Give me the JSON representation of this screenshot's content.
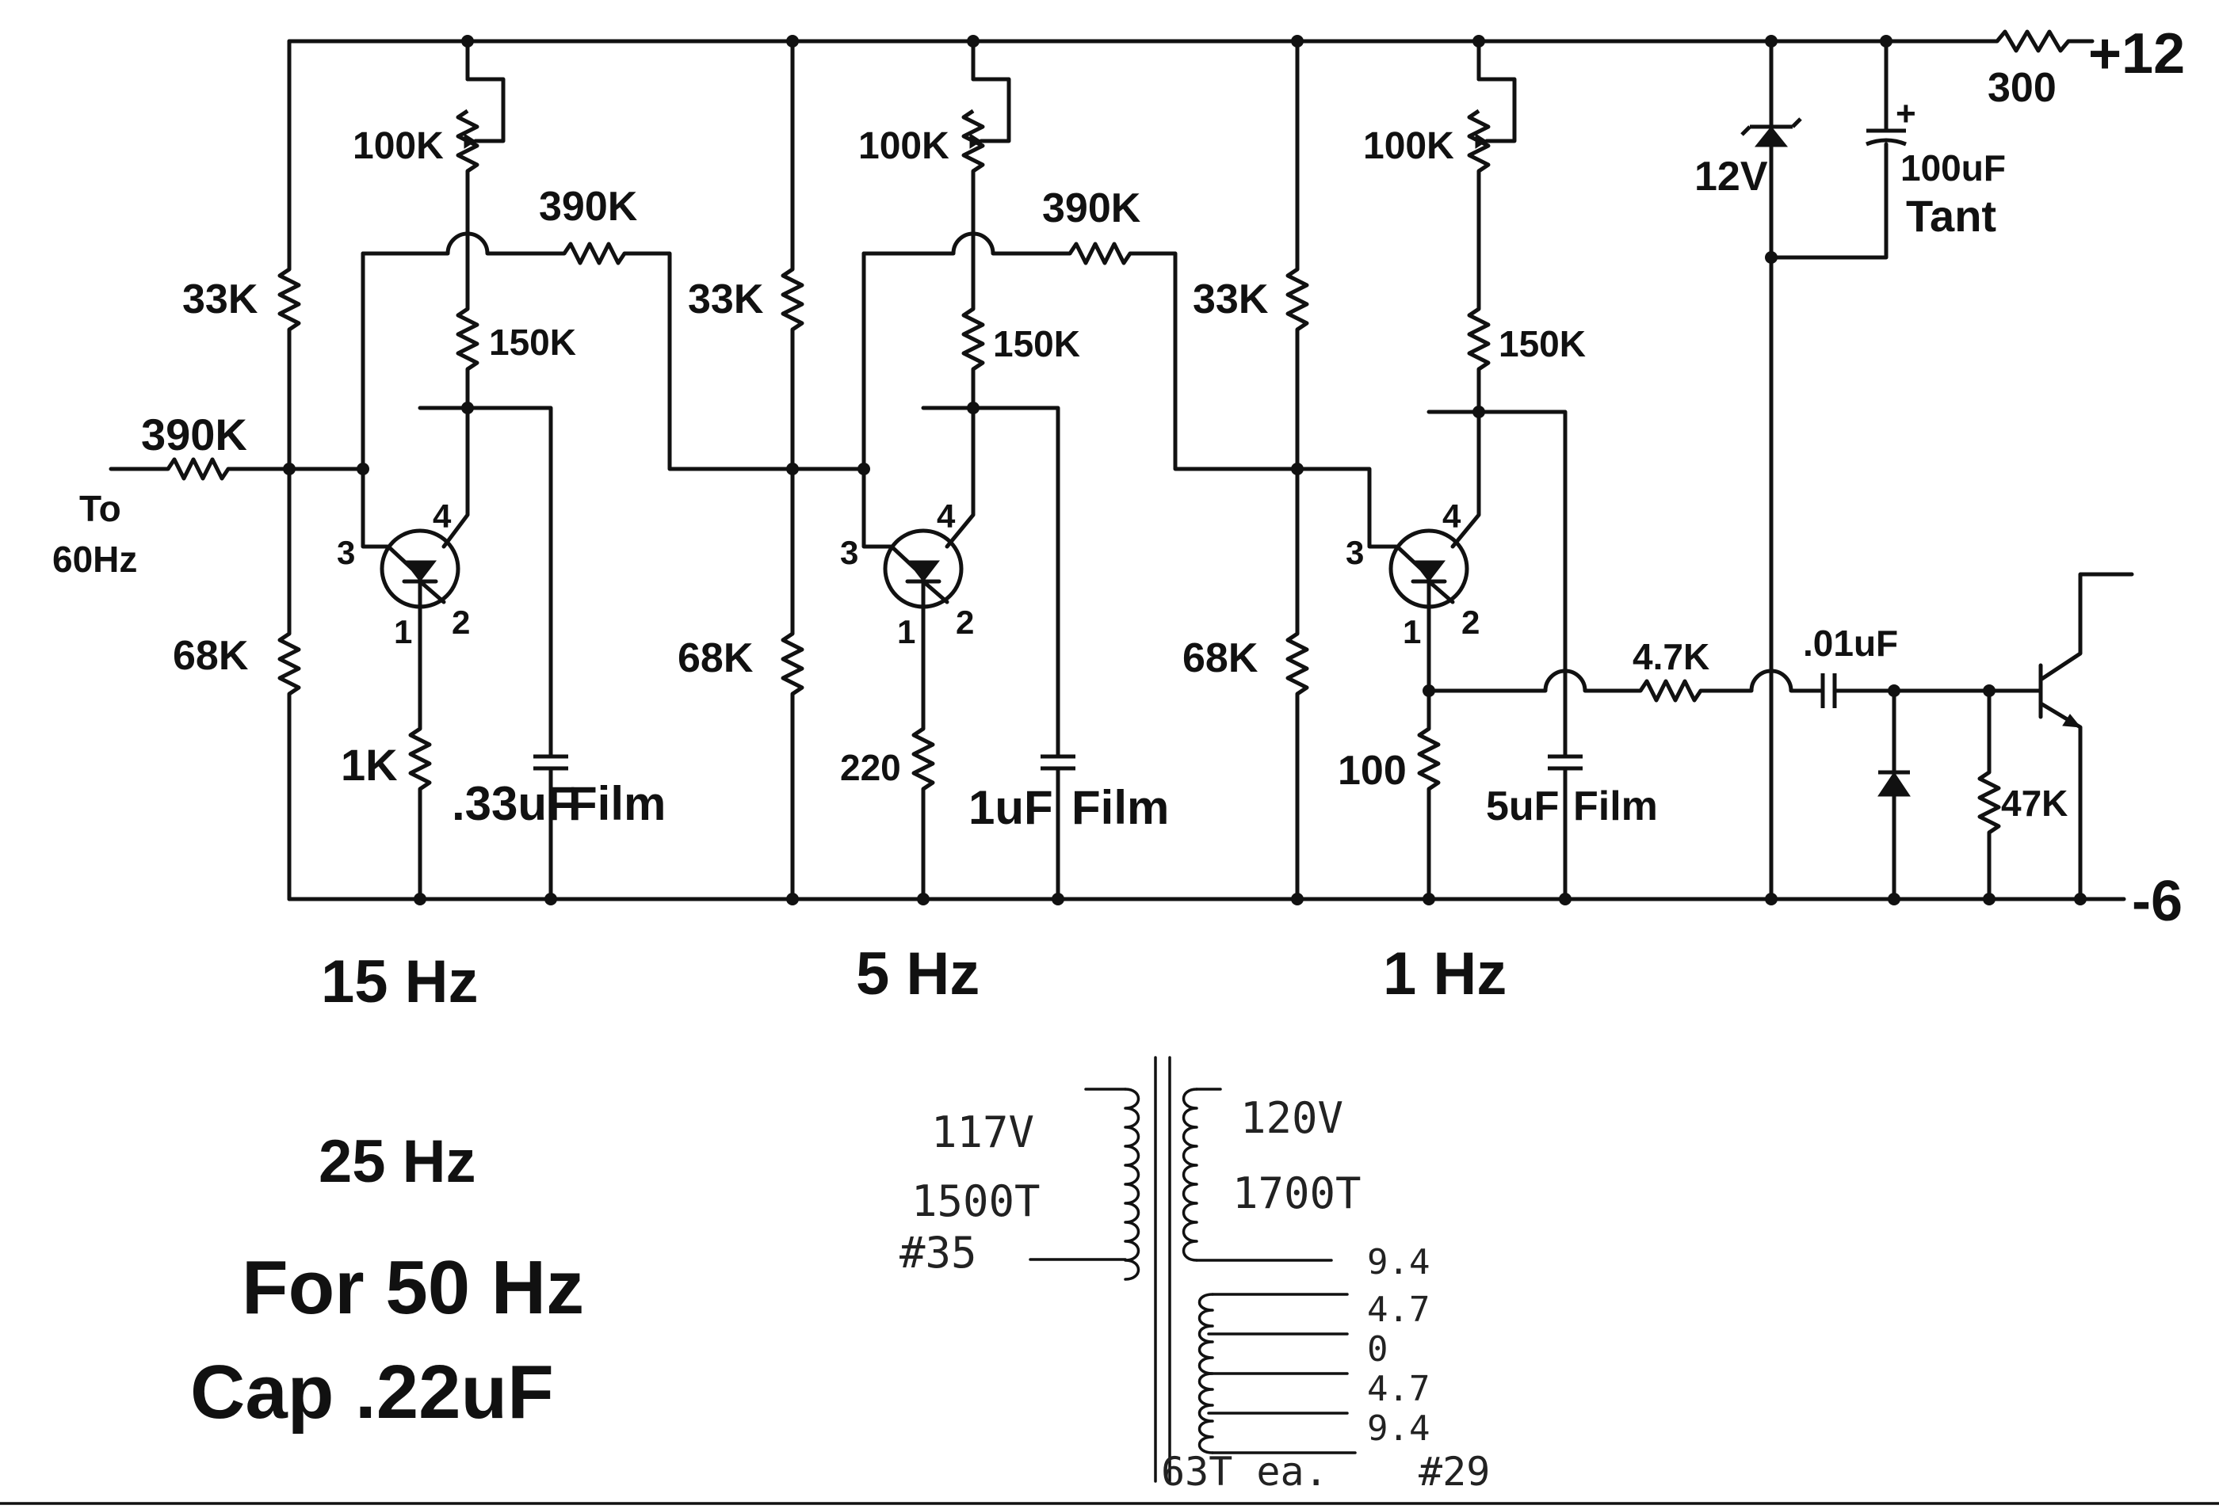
{
  "rails": {
    "plus": "+12",
    "minus": "-6",
    "rail_resistor": "300"
  },
  "input": {
    "resistor": "390K",
    "to_line1": "To",
    "to_line2": "60Hz"
  },
  "stages": [
    {
      "freq": "15 Hz",
      "pot": "100K",
      "r_top": "33K",
      "r_bot": "68K",
      "r_series": "390K",
      "r_base": "150K",
      "r_emitter": "1K",
      "cap": ".33uF",
      "cap_type": "Film"
    },
    {
      "freq": "5 Hz",
      "pot": "100K",
      "r_top": "33K",
      "r_bot": "68K",
      "r_series": "390K",
      "r_base": "150K",
      "r_emitter": "220",
      "cap": "1uF",
      "cap_type": "Film"
    },
    {
      "freq": "1 Hz",
      "pot": "100K",
      "r_top": "33K",
      "r_bot": "68K",
      "r_base": "150K",
      "r_emitter": "100",
      "cap": "5uF",
      "cap_type": "Film"
    }
  ],
  "pins": {
    "p1": "1",
    "p2": "2",
    "p3": "3",
    "p4": "4"
  },
  "output": {
    "r_couple": "4.7K",
    "c_couple": ".01uF",
    "r_base": "47K",
    "zener": "12V",
    "tant_val": "100uF",
    "tant_type": "Tant",
    "tant_plus": "+"
  },
  "notes": {
    "freq_25": "25 Hz",
    "line1": "For 50 Hz",
    "line2": "Cap .22uF"
  },
  "transformer": {
    "primary_v": "117V",
    "primary_turns": "1500T",
    "primary_wire": "#35",
    "secondary_v": "120V",
    "secondary_turns": "1700T",
    "taps": [
      "9.4",
      "4.7",
      "0",
      "4.7",
      "9.4"
    ],
    "tap_note": "63T ea.",
    "tap_wire": "#29"
  }
}
